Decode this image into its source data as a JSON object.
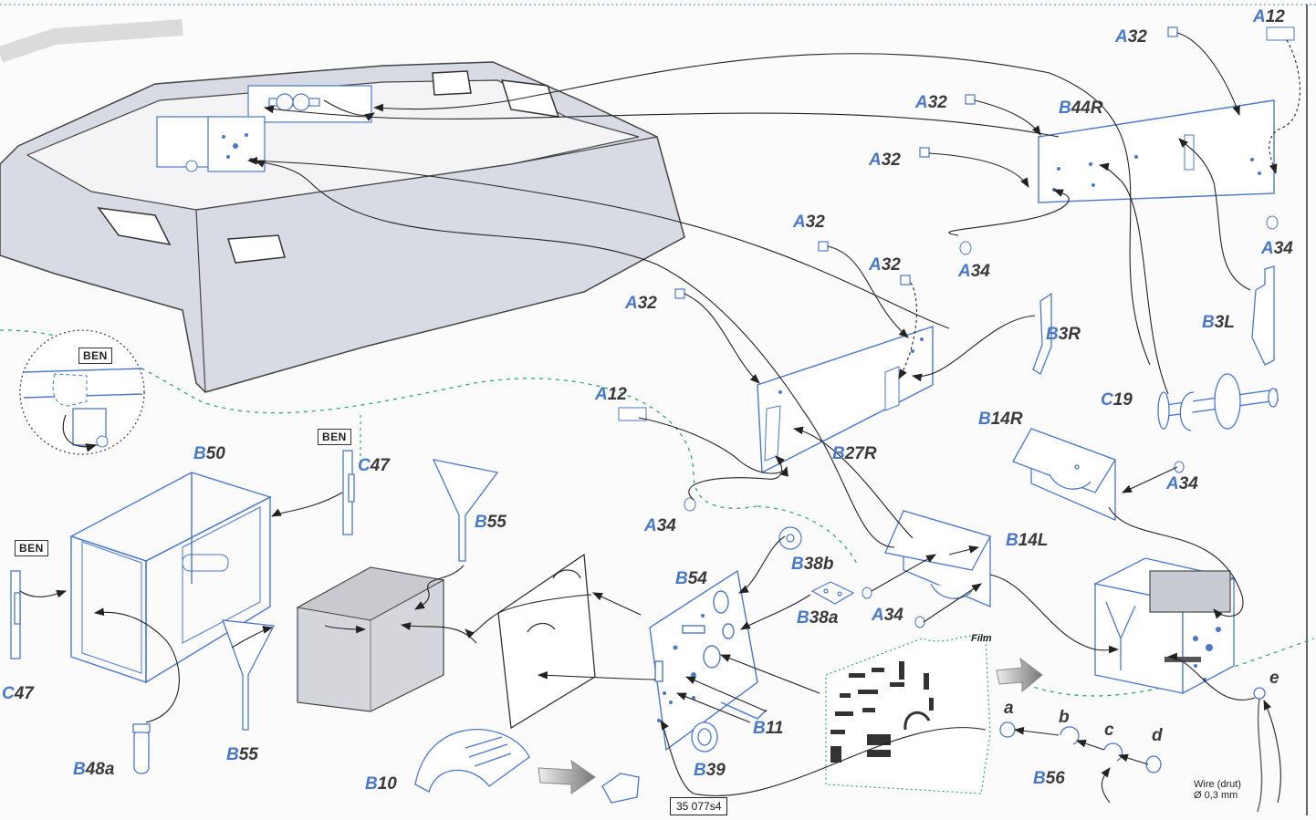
{
  "labels": {
    "A12_top": {
      "pre": "A",
      "num": "12"
    },
    "A32_1": {
      "pre": "A",
      "num": "32"
    },
    "A32_2": {
      "pre": "A",
      "num": "32"
    },
    "B44R": {
      "pre": "B",
      "num": "44R"
    },
    "A32_3": {
      "pre": "A",
      "num": "32"
    },
    "A34_1": {
      "pre": "A",
      "num": "34"
    },
    "A34_2": {
      "pre": "A",
      "num": "34"
    },
    "A32_4": {
      "pre": "A",
      "num": "32"
    },
    "A32_5": {
      "pre": "A",
      "num": "32"
    },
    "A32_6": {
      "pre": "A",
      "num": "32"
    },
    "B3R": {
      "pre": "B",
      "num": "3R"
    },
    "B3L": {
      "pre": "B",
      "num": "3L"
    },
    "C19": {
      "pre": "C",
      "num": "19"
    },
    "A12_mid": {
      "pre": "A",
      "num": "12"
    },
    "B14R": {
      "pre": "B",
      "num": "14R"
    },
    "B27R": {
      "pre": "B",
      "num": "27R"
    },
    "A34_3": {
      "pre": "A",
      "num": "34"
    },
    "A34_4": {
      "pre": "A",
      "num": "34"
    },
    "B50": {
      "pre": "B",
      "num": "50"
    },
    "C47_1": {
      "pre": "C",
      "num": "47"
    },
    "B55_1": {
      "pre": "B",
      "num": "55"
    },
    "B14L": {
      "pre": "B",
      "num": "14L"
    },
    "B54": {
      "pre": "B",
      "num": "54"
    },
    "B38b": {
      "pre": "B",
      "num": "38b"
    },
    "B38a": {
      "pre": "B",
      "num": "38a"
    },
    "A34_5": {
      "pre": "A",
      "num": "34"
    },
    "C47_2": {
      "pre": "C",
      "num": "47"
    },
    "B55_2": {
      "pre": "B",
      "num": "55"
    },
    "B48a": {
      "pre": "B",
      "num": "48a"
    },
    "B11": {
      "pre": "B",
      "num": "11"
    },
    "B39": {
      "pre": "B",
      "num": "39"
    },
    "B10": {
      "pre": "B",
      "num": "10"
    },
    "B56": {
      "pre": "B",
      "num": "56"
    }
  },
  "sublabels": {
    "a": "a",
    "b": "b",
    "c": "c",
    "d": "d",
    "e": "e"
  },
  "ben_tags": [
    "BEN",
    "BEN",
    "BEN"
  ],
  "film_label": "Film",
  "wire_note_line1": "Wire (drut)",
  "wire_note_line2": "Ø 0,3 mm",
  "sheet_code": "35 077s4",
  "colors": {
    "part_outline": "#4a78c8",
    "hull_fill": "#d6d9e2",
    "green_guide": "#2fa86a",
    "label_blue": "#4a78c8"
  }
}
